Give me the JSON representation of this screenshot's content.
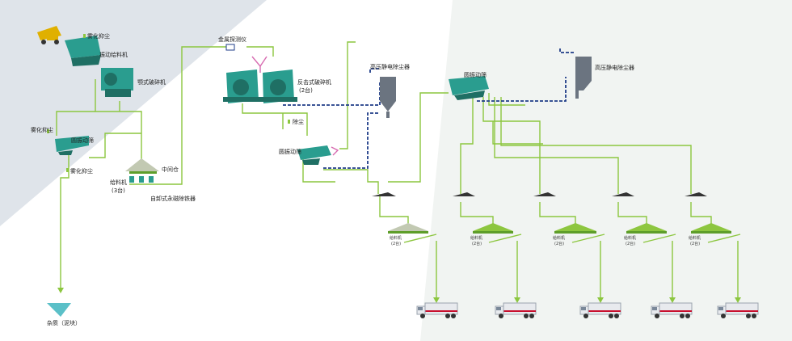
{
  "colors": {
    "pipe": "#8cc63f",
    "dust_duct": "#1f3c88",
    "machine": "#2a9d8f",
    "machine_dark": "#1f6f64",
    "bin": "#8dc63f",
    "bin_dark": "#5e9e2a",
    "bin_gray": "#c2c9b2",
    "pink": "#d76ab0",
    "bg_shade": "#dfe4ea",
    "truck_cab": "#e8eaee",
    "truck_stripe": "#c8102e"
  },
  "labels": {
    "spray1": "雾化抑尘",
    "vib_feeder": "振动给料机",
    "jaw_crusher": "颚式破碎机",
    "spray2": "雾化抑尘",
    "circ_screen": "圆振动筛",
    "spray3": "雾化抑尘",
    "mid_bin": "中间仓",
    "feeder3": "给料机",
    "feeder3_count": "(3台)",
    "mag_sep": "自卸式永磁除铁器",
    "metal_det": "金属探测仪",
    "impact_crusher": "反击式破碎机",
    "impact_count": "(2台)",
    "dust_collect": "除尘",
    "esp1": "高压静电除尘器",
    "circ_screen2": "圆振动筛",
    "circ_screen3": "圆振动筛",
    "esp2": "高压静电除尘器",
    "impurity": "杂质（泥块）",
    "feeder_bins": [
      {
        "name": "给料机",
        "count": "(2台)"
      },
      {
        "name": "给料机",
        "count": "(2台)"
      },
      {
        "name": "给料机",
        "count": "(2台)"
      },
      {
        "name": "给料机",
        "count": "(2台)"
      },
      {
        "name": "给料机",
        "count": "(2台)"
      }
    ]
  },
  "icons": [
    "dump-truck-icon",
    "lorry-icon",
    "cyclone-icon",
    "nozzle-icon"
  ]
}
